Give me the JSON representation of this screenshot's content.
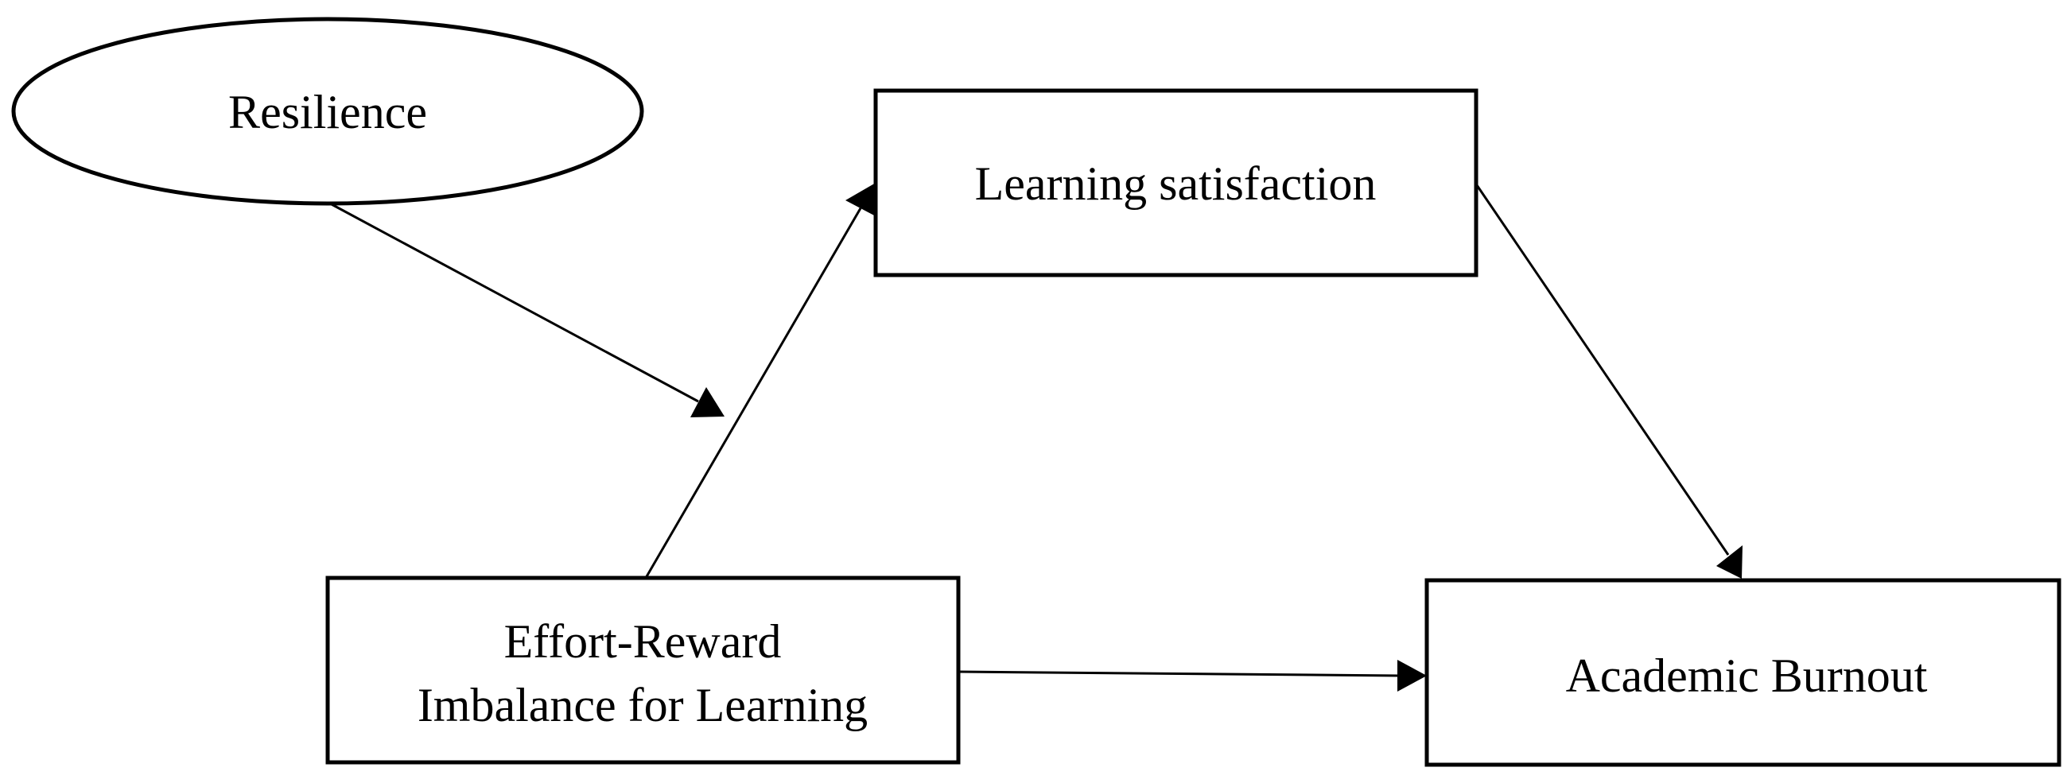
{
  "nodes": {
    "resilience": {
      "label": "Resilience",
      "shape": "ellipse"
    },
    "learning_satisfaction": {
      "label": "Learning satisfaction",
      "shape": "rectangle"
    },
    "effort_reward": {
      "label_lines": [
        "Effort-Reward",
        "Imbalance for Learning"
      ],
      "shape": "rectangle"
    },
    "academic_burnout": {
      "label": "Academic Burnout",
      "shape": "rectangle"
    }
  },
  "edges": [
    {
      "from": "effort_reward",
      "to": "learning_satisfaction",
      "kind": "path"
    },
    {
      "from": "learning_satisfaction",
      "to": "academic_burnout",
      "kind": "path"
    },
    {
      "from": "effort_reward",
      "to": "academic_burnout",
      "kind": "path"
    },
    {
      "from": "resilience",
      "to": "effort_reward -> learning_satisfaction",
      "kind": "moderation"
    }
  ],
  "colors": {
    "stroke": "#000000",
    "fill": "#ffffff",
    "text": "#000000"
  }
}
